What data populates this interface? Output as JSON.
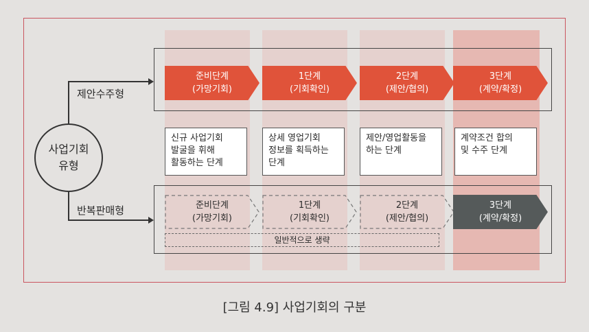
{
  "circle": "사업기회\n유형",
  "rows": {
    "proposal_label": "제안수주형",
    "repeat_label": "반복판매형"
  },
  "stages_top": [
    {
      "text": "준비단계\n(가망기회)"
    },
    {
      "text": "1단계\n(기회확인)"
    },
    {
      "text": "2단계\n(제안/협의)"
    },
    {
      "text": "3단계\n(계약/확정)"
    }
  ],
  "descriptions": [
    "신규 사업기회\n발굴을 휘해\n활동하는 단계",
    "상세 영업기회\n정보를 획득하는\n단계",
    "제안/영업활동을\n하는 단계",
    "계약조건 합의\n및 수주 단계"
  ],
  "stages_bottom": [
    {
      "text": "준비단계\n(가망기회)"
    },
    {
      "text": "1단계\n(기회확인)"
    },
    {
      "text": "2단계\n(제안/협의)"
    },
    {
      "text": "3단계\n(계약/확정)"
    }
  ],
  "omit_label": "일반적으로 생략",
  "caption": "[그림 4.9] 사업기회의 구분",
  "colors": {
    "accent": "#e0533a",
    "dark": "#555a5a",
    "frame": "#c9545e"
  }
}
